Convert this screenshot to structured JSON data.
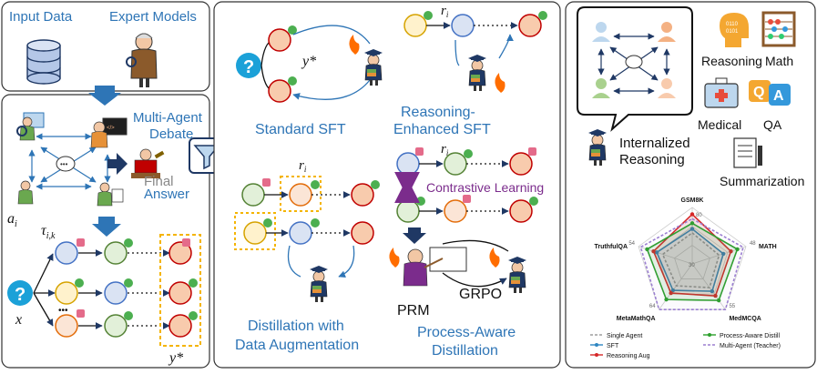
{
  "left": {
    "input_data": "Input Data",
    "expert_models": "Expert Models",
    "multi_agent_debate": [
      "Multi-Agent",
      "Debate"
    ],
    "final_answer": [
      "Final",
      "Answer"
    ],
    "agent_var": "a",
    "agent_sub": "i",
    "path_var": "τ",
    "path_sub": "i,k",
    "x_var": "x",
    "y_star": "y*",
    "question_mark": "?"
  },
  "middle": {
    "standard_sft": "Standard SFT",
    "reasoning_enhanced_sft": [
      "Reasoning-",
      "Enhanced SFT"
    ],
    "distillation_aug": [
      "Distillation with",
      "Data Augmentation"
    ],
    "contrastive_learning": "Contrastive Learning",
    "prm": "PRM",
    "grpo": "GRPO",
    "process_aware": [
      "Process-Aware",
      "Distillation"
    ],
    "r_i": "r",
    "r_sub": "i",
    "y_star": "y*",
    "question_mark": "?",
    "dots": "•••"
  },
  "right": {
    "internalized_reasoning": [
      "Internalized",
      "Reasoning"
    ],
    "tasks": [
      "Reasoning",
      "Math",
      "Medical",
      "QA",
      "Summarization"
    ],
    "qa_letters": [
      "Q",
      "A"
    ],
    "binary_digits": [
      "0110",
      "0101"
    ]
  },
  "chart_data": {
    "type": "radar",
    "axes": [
      "GSM8K",
      "MATH",
      "MedMCQA",
      "MetaMathQA",
      "TruthfulQA"
    ],
    "axis_max_labels": [
      "80",
      "48",
      "55",
      "64",
      "54"
    ],
    "center_label": "30",
    "series": [
      {
        "name": "Single Agent",
        "color": "#9e9e9e",
        "dashed": true,
        "values": [
          0.55,
          0.5,
          0.52,
          0.48,
          0.55
        ]
      },
      {
        "name": "SFT",
        "color": "#2e86c1",
        "dashed": false,
        "values": [
          0.62,
          0.58,
          0.6,
          0.58,
          0.66
        ]
      },
      {
        "name": "Reasoning Aug",
        "color": "#d62728",
        "dashed": false,
        "values": [
          0.88,
          0.72,
          0.7,
          0.64,
          0.72
        ]
      },
      {
        "name": "Process-Aware Distill",
        "color": "#2ca02c",
        "dashed": false,
        "values": [
          0.72,
          0.84,
          0.8,
          0.78,
          0.84
        ]
      },
      {
        "name": "Multi-Agent (Teacher)",
        "color": "#9b7fd1",
        "dashed": true,
        "values": [
          0.8,
          0.95,
          1.0,
          1.0,
          0.96
        ]
      }
    ],
    "legend_position": "bottom"
  }
}
